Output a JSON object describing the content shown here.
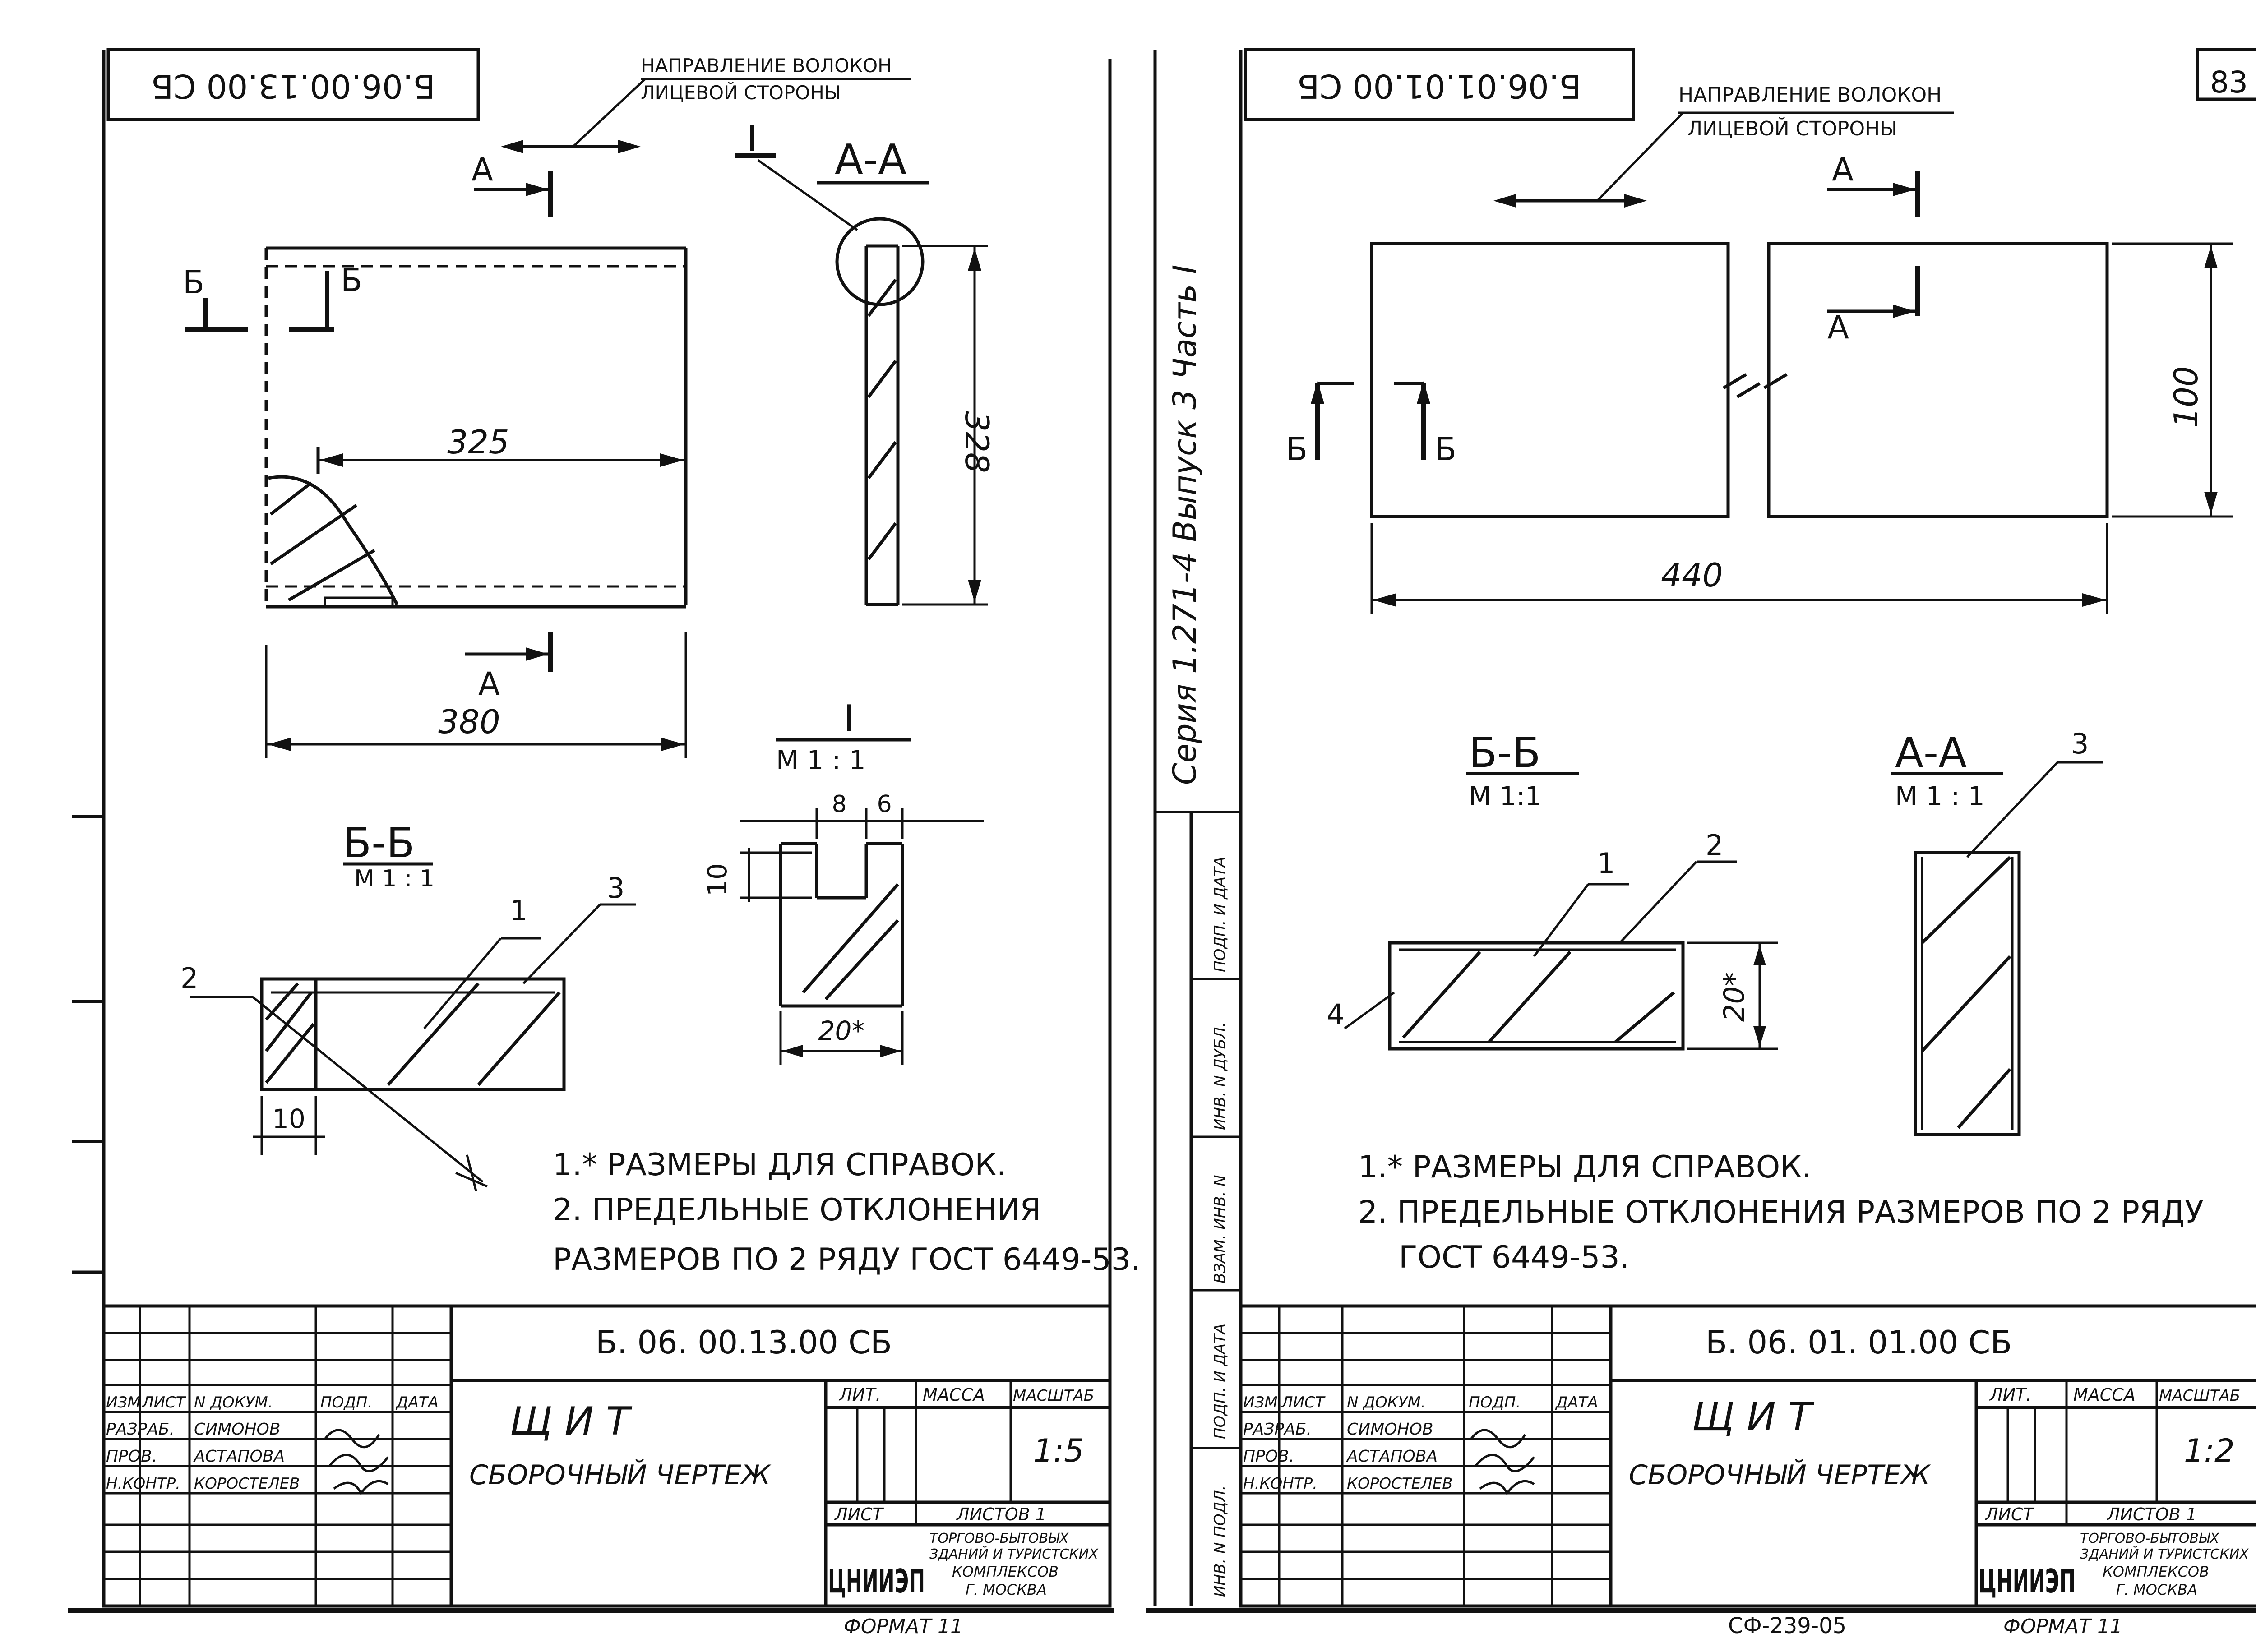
{
  "left": {
    "stamp_top": "Б.06.00.13.00 СБ",
    "fiber_line1": "НАПРАВЛЕНИЕ ВОЛОКОН",
    "fiber_line2": "ЛИЦЕВОЙ СТОРОНЫ",
    "roman_one": "I",
    "sec_aa": "А-А",
    "label_a": "А",
    "label_b": "Б",
    "dim_325": "325",
    "dim_328": "328",
    "dim_380": "380",
    "bb_title": "Б-Б",
    "bb_scale": "М 1 : 1",
    "detail_title": "I",
    "detail_scale": "М 1 : 1",
    "dim_8": "8",
    "dim_6": "6",
    "dim_10v": "10",
    "dim_20": "20*",
    "dim_10h": "10",
    "pos1": "1",
    "pos2": "2",
    "pos3": "3",
    "note1": "1.* РАЗМЕРЫ ДЛЯ СПРАВОК.",
    "note2": "2. ПРЕДЕЛЬНЫЕ ОТКЛОНЕНИЯ",
    "note3": "РАЗМЕРОВ ПО 2 РЯДУ ГОСТ 6449-53.",
    "code": "Б. 06. 00.13.00 СБ",
    "title1": "Щ И Т",
    "title2": "СБОРОЧНЫЙ ЧЕРТЕЖ",
    "scale": "1:5",
    "format": "ФОРМАТ 11"
  },
  "right": {
    "stamp_top": "Б.06.01.01.00 СБ",
    "page_no": "83",
    "fiber_line1": "НАПРАВЛЕНИЕ ВОЛОКОН",
    "fiber_line2": "ЛИЦЕВОЙ СТОРОНЫ",
    "label_a": "А",
    "label_b": "Б",
    "dim_100": "100",
    "dim_440": "440",
    "bb_title": "Б-Б",
    "bb_scale": "М 1:1",
    "aa_title": "А-А",
    "aa_scale": "М 1 : 1",
    "dim_20": "20*",
    "pos1": "1",
    "pos2": "2",
    "pos3": "3",
    "pos4": "4",
    "note1": "1.* РАЗМЕРЫ ДЛЯ СПРАВОК.",
    "note2": "2. ПРЕДЕЛЬНЫЕ ОТКЛОНЕНИЯ РАЗМЕРОВ ПО 2 РЯДУ",
    "note3": "ГОСТ 6449-53.",
    "code": "Б. 06. 01. 01.00 СБ",
    "title1": "Щ И Т",
    "title2": "СБОРОЧНЫЙ ЧЕРТЕЖ",
    "scale": "1:2",
    "format": "ФОРМАТ 11",
    "archive": "СФ-239-05"
  },
  "series_vertical": "Серия 1.271-4 Выпуск 3 Часть I",
  "side_stamp": [
    "ИНВ. N ПОДЛ.",
    "ПОДП. И ДАТА",
    "ВЗАМ. ИНВ. N",
    "ИНВ. N ДУБЛ.",
    "ПОДП. И ДАТА"
  ],
  "title_block": {
    "headers": [
      "ИЗМ.",
      "ЛИСТ",
      "N ДОКУМ.",
      "ПОДП.",
      "ДАТА"
    ],
    "rows": [
      {
        "role": "РАЗРАБ.",
        "name": "СИМОНОВ"
      },
      {
        "role": "ПРОВ.",
        "name": "АСТАПОВА"
      },
      {
        "role": "Н.КОНТР.",
        "name": "КОРОСТЕЛЕВ"
      }
    ],
    "lit": "ЛИТ.",
    "mass": "МАССА",
    "scale_h": "МАСШТАБ",
    "sheet": "ЛИСТ",
    "sheets": "ЛИСТОВ 1",
    "org_logo": "ЦНИИЭП",
    "org1": "ТОРГОВО-БЫТОВЫХ",
    "org2": "ЗДАНИЙ И ТУРИСТСКИХ",
    "org3": "КОМПЛЕКСОВ",
    "org4": "Г. МОСКВА"
  }
}
